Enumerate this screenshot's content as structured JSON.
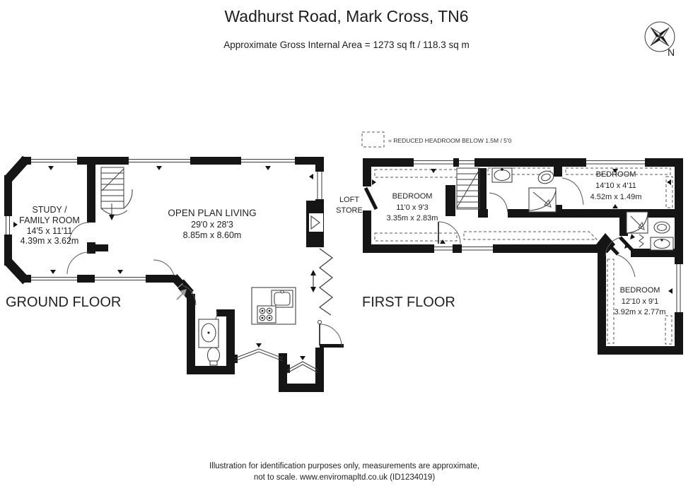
{
  "header": {
    "title": "Wadhurst Road, Mark Cross, TN6",
    "subtitle": "Approximate Gross Internal Area = 1273 sq ft / 118.3 sq m"
  },
  "compass": {
    "north_label": "N"
  },
  "legend": {
    "label": "= REDUCED HEADROOM BELOW 1.5M / 5'0"
  },
  "ground_floor": {
    "label": "GROUND FLOOR",
    "study_family_room": {
      "name_line1": "STUDY /",
      "name_line2": "FAMILY ROOM",
      "size_imperial": "14'5 x 11'11",
      "size_metric": "4.39m x 3.62m"
    },
    "open_plan_living": {
      "name": "OPEN PLAN LIVING",
      "size_imperial": "29'0 x 28'3",
      "size_metric": "8.85m x 8.60m"
    }
  },
  "first_floor": {
    "label": "FIRST FLOOR",
    "loft_store": {
      "name_line1": "LOFT",
      "name_line2": "STORE"
    },
    "bedroom_1": {
      "name": "BEDROOM",
      "size_imperial": "11'0 x 9'3",
      "size_metric": "3.35m x 2.83m"
    },
    "bedroom_2": {
      "name": "BEDROOM",
      "size_imperial": "14'10 x 4'11",
      "size_metric": "4.52m x 1.49m"
    },
    "bedroom_3": {
      "name": "BEDROOM",
      "size_imperial": "12'10 x 9'1",
      "size_metric": "3.92m x 2.77m"
    }
  },
  "footer": {
    "line1": "Illustration for identification purposes only, measurements are approximate,",
    "line2": "not to scale. www.enviromapltd.co.uk (ID1234019)"
  },
  "colors": {
    "wall": "#151515",
    "line": "#3a3a3a",
    "background": "#ffffff"
  }
}
